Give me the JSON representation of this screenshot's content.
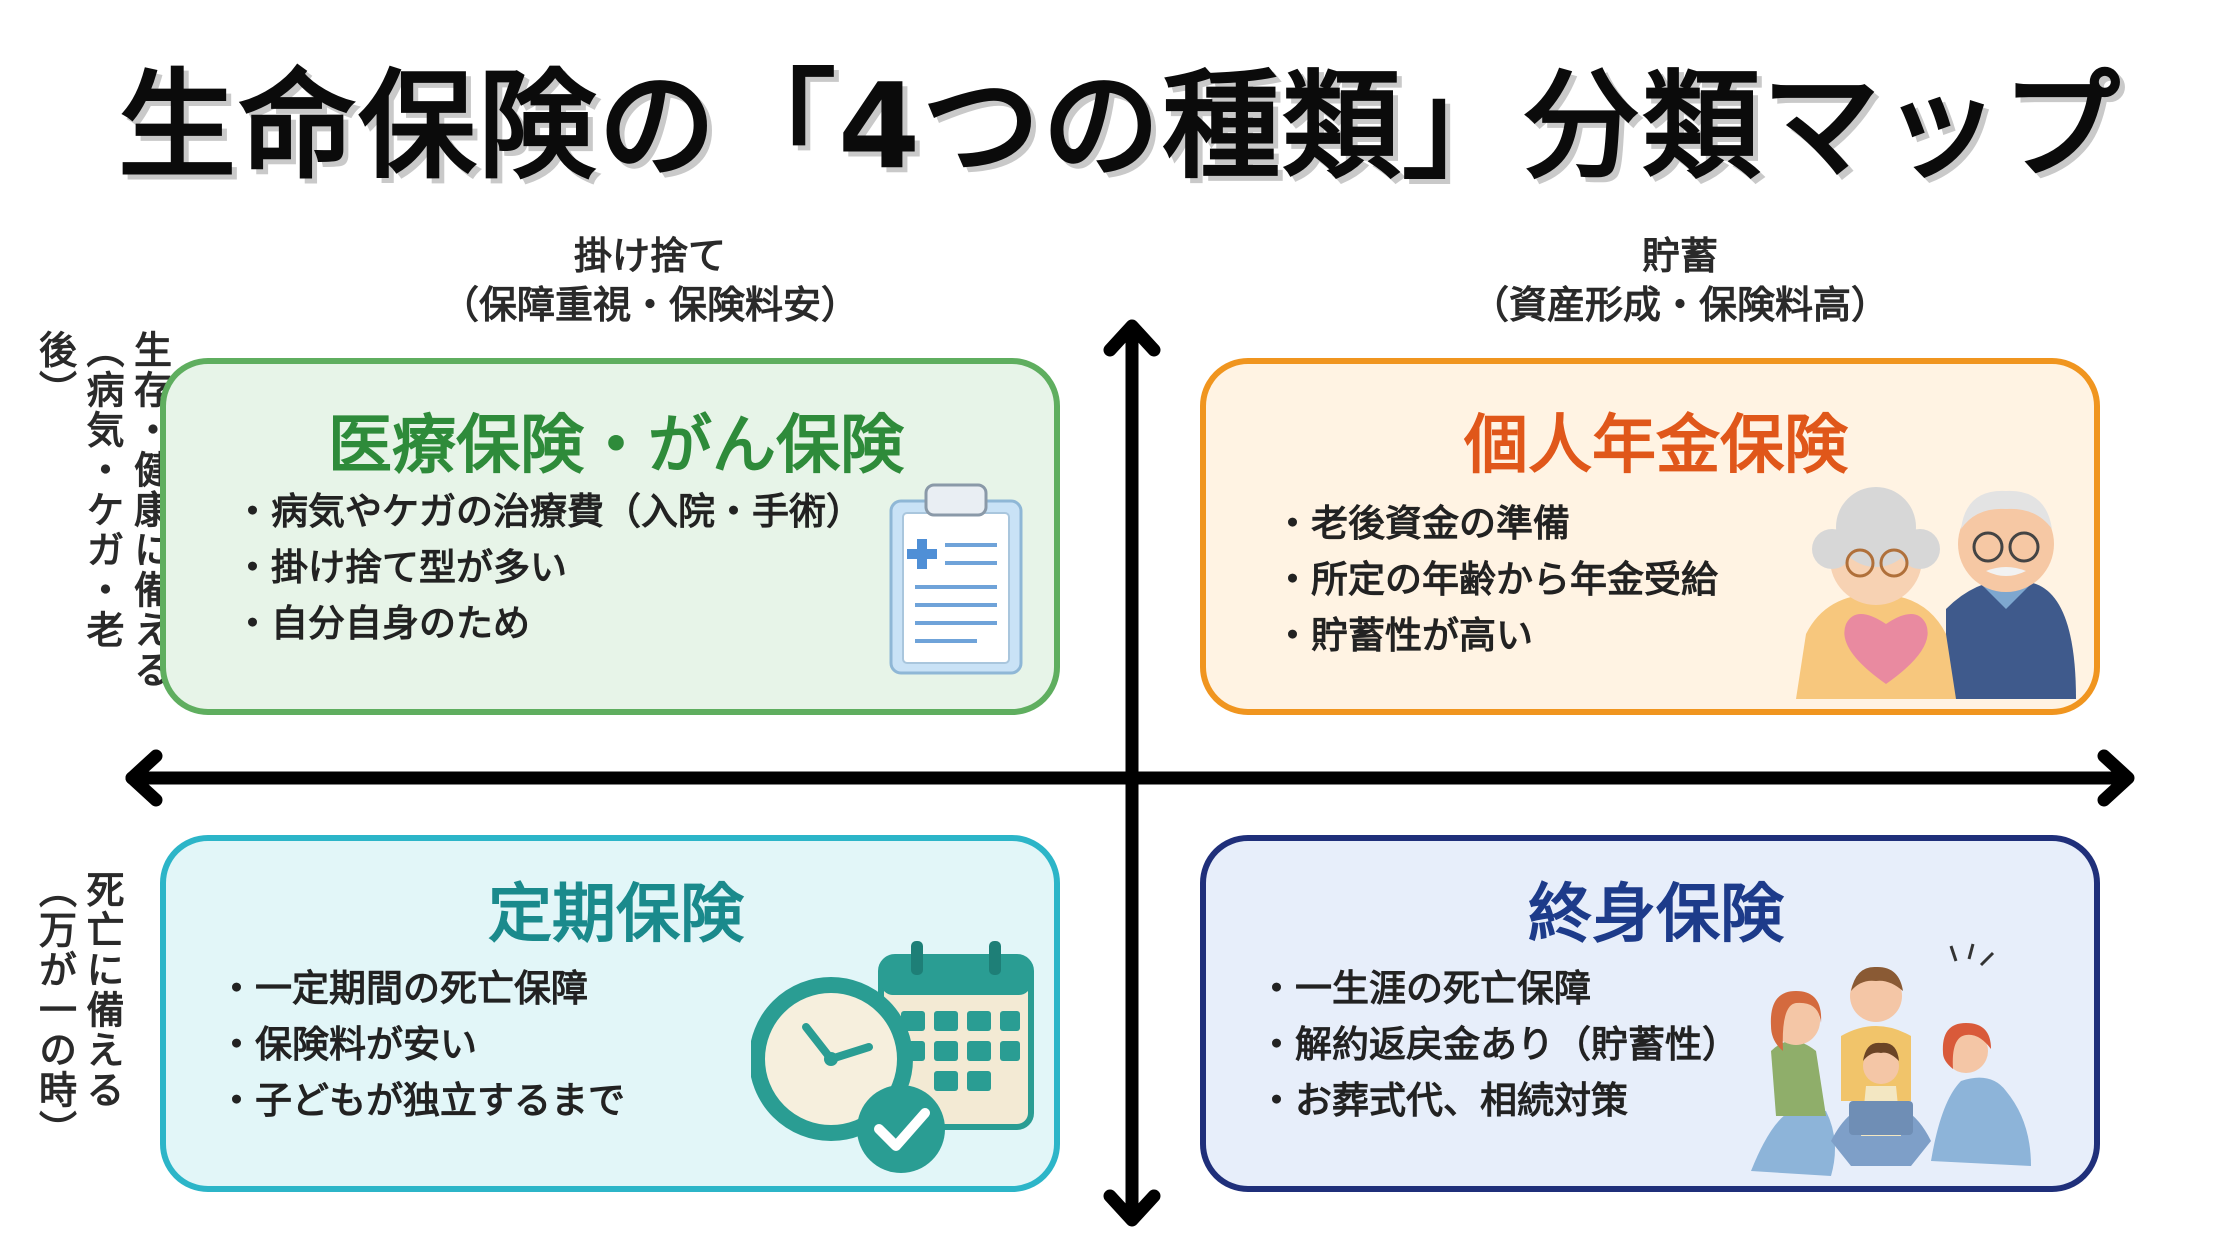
{
  "title": "生命保険の「4つの種類」分類マップ",
  "axes": {
    "top_left": {
      "line1": "掛け捨て",
      "line2": "（保障重視・保険料安）"
    },
    "top_right": {
      "line1": "貯蓄",
      "line2": "（資産形成・保険料高）"
    },
    "left_upper": {
      "line1": "生存・健康に備える",
      "line2": "（病気・ケガ・老後）"
    },
    "left_lower": {
      "line1": "死亡に備える",
      "line2": "（万が一の時）"
    }
  },
  "quadrants": {
    "medical": {
      "title": "医療保険・がん保険",
      "bullets": [
        "病気やケガの治療費（入院・手術）",
        "掛け捨て型が多い",
        "自分自身のため"
      ],
      "color": "#2e8b3a",
      "bg": "#e7f4e8",
      "border": "#5fae5f",
      "icon": "clipboard-icon"
    },
    "pension": {
      "title": "個人年金保険",
      "bullets": [
        "老後資金の準備",
        "所定の年齢から年金受給",
        "貯蓄性が高い"
      ],
      "color": "#e0571a",
      "bg": "#fff3e3",
      "border": "#f0951f",
      "icon": "elderly-couple-icon"
    },
    "term": {
      "title": "定期保険",
      "bullets": [
        "一定期間の死亡保障",
        "保険料が安い",
        "子どもが独立するまで"
      ],
      "color": "#1a8a8c",
      "bg": "#e2f6f8",
      "border": "#2cb5c8",
      "icon": "clock-calendar-icon"
    },
    "whole": {
      "title": "終身保険",
      "bullets": [
        "一生涯の死亡保障",
        "解約返戻金あり（貯蓄性）",
        "お葬式代、相続対策"
      ],
      "color": "#1d3b8a",
      "bg": "#e7eefa",
      "border": "#1f2f7a",
      "icon": "family-icon"
    }
  }
}
